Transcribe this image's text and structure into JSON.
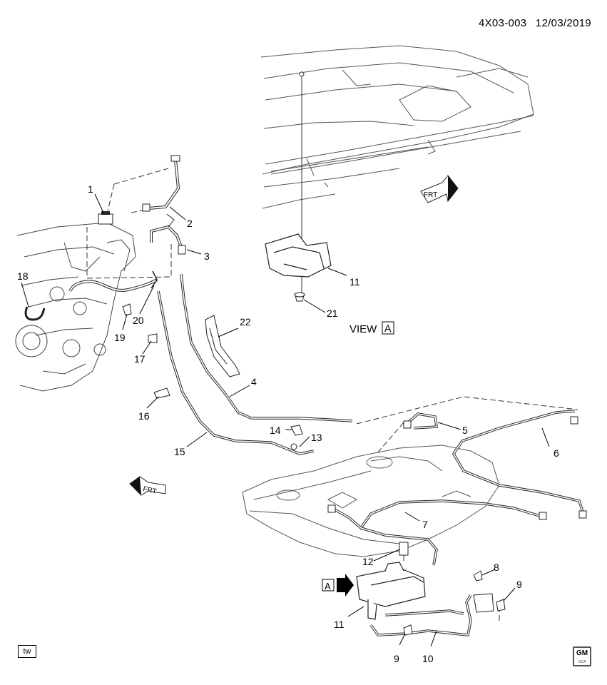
{
  "header": {
    "part_number": "4X03-003",
    "date": "12/03/2019"
  },
  "view_label": "VIEW",
  "view_letter": "A",
  "view_marker_letter": "A",
  "frt_label": "FRT",
  "footer": {
    "tw_badge": "tw",
    "logo_text": "GM",
    "logo_subtext": "GCA"
  },
  "callouts": [
    {
      "id": "c1",
      "label": "1"
    },
    {
      "id": "c2",
      "label": "2"
    },
    {
      "id": "c3",
      "label": "3"
    },
    {
      "id": "c4",
      "label": "4"
    },
    {
      "id": "c5",
      "label": "5"
    },
    {
      "id": "c6",
      "label": "6"
    },
    {
      "id": "c7",
      "label": "7"
    },
    {
      "id": "c8",
      "label": "8"
    },
    {
      "id": "c9a",
      "label": "9"
    },
    {
      "id": "c9b",
      "label": "9"
    },
    {
      "id": "c10",
      "label": "10"
    },
    {
      "id": "c11a",
      "label": "11"
    },
    {
      "id": "c11b",
      "label": "11"
    },
    {
      "id": "c12",
      "label": "12"
    },
    {
      "id": "c13",
      "label": "13"
    },
    {
      "id": "c14",
      "label": "14"
    },
    {
      "id": "c15",
      "label": "15"
    },
    {
      "id": "c16",
      "label": "16"
    },
    {
      "id": "c17",
      "label": "17"
    },
    {
      "id": "c18",
      "label": "18"
    },
    {
      "id": "c19",
      "label": "19"
    },
    {
      "id": "c20",
      "label": "20"
    },
    {
      "id": "c21",
      "label": "21"
    },
    {
      "id": "c22",
      "label": "22"
    }
  ]
}
